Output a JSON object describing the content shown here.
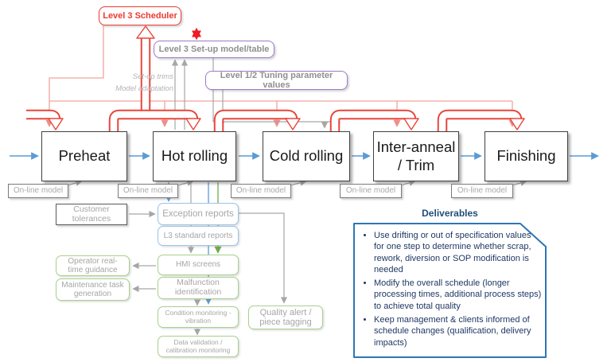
{
  "scheduler": {
    "label": "Level 3 Scheduler"
  },
  "setup_model": {
    "label": "Level 3 Set-up model/table"
  },
  "tuning": {
    "label": "Level 1/2 Tuning parameter values"
  },
  "annotations": {
    "setup_trims": "Set-up trims",
    "model_adaptation": "Model adaptation"
  },
  "process_steps": [
    "Preheat",
    "Hot rolling",
    "Cold rolling",
    "Inter-anneal\n/ Trim",
    "Finishing"
  ],
  "online_model_label": "On-line model",
  "support": {
    "customer_tolerances": "Customer\ntolerances",
    "exception_reports": "Exception reports",
    "l3_standard_reports": "L3 standard reports",
    "hmi_screens": "HMI screens",
    "malfunction_identification": "Malfunction\nidentification",
    "operator_guidance": "Operator real-\ntime guidance",
    "maintenance_task": "Maintenance task\ngeneration",
    "condition_monitoring": "Condition monitoring -\nvibration",
    "data_validation": "Data validation /\ncalibration monitoring",
    "quality_alert": "Quality alert /\npiece tagging"
  },
  "deliverables": {
    "title": "Deliverables",
    "bullets": [
      "Use drifting or out of specification values for one step to determine whether scrap, rework, diversion or SOP modification is needed",
      "Modify the overall schedule (longer processing times, additional process steps) to achieve total quality",
      "Keep management & clients informed of schedule changes (qualification, delivery impacts)"
    ]
  },
  "colors": {
    "red": "#ed3a2e",
    "salmon": "#ef8e86",
    "purple": "#9d7bc6",
    "gray": "#a6a6a6",
    "blue": "#5b9bd5",
    "green": "#70ad47",
    "blue_border": "#9cc3e5",
    "green_border": "#a8d08d",
    "deliverables_border": "#2e75b6",
    "title_blue": "#1f4e79",
    "text_navy": "#1f3864"
  }
}
